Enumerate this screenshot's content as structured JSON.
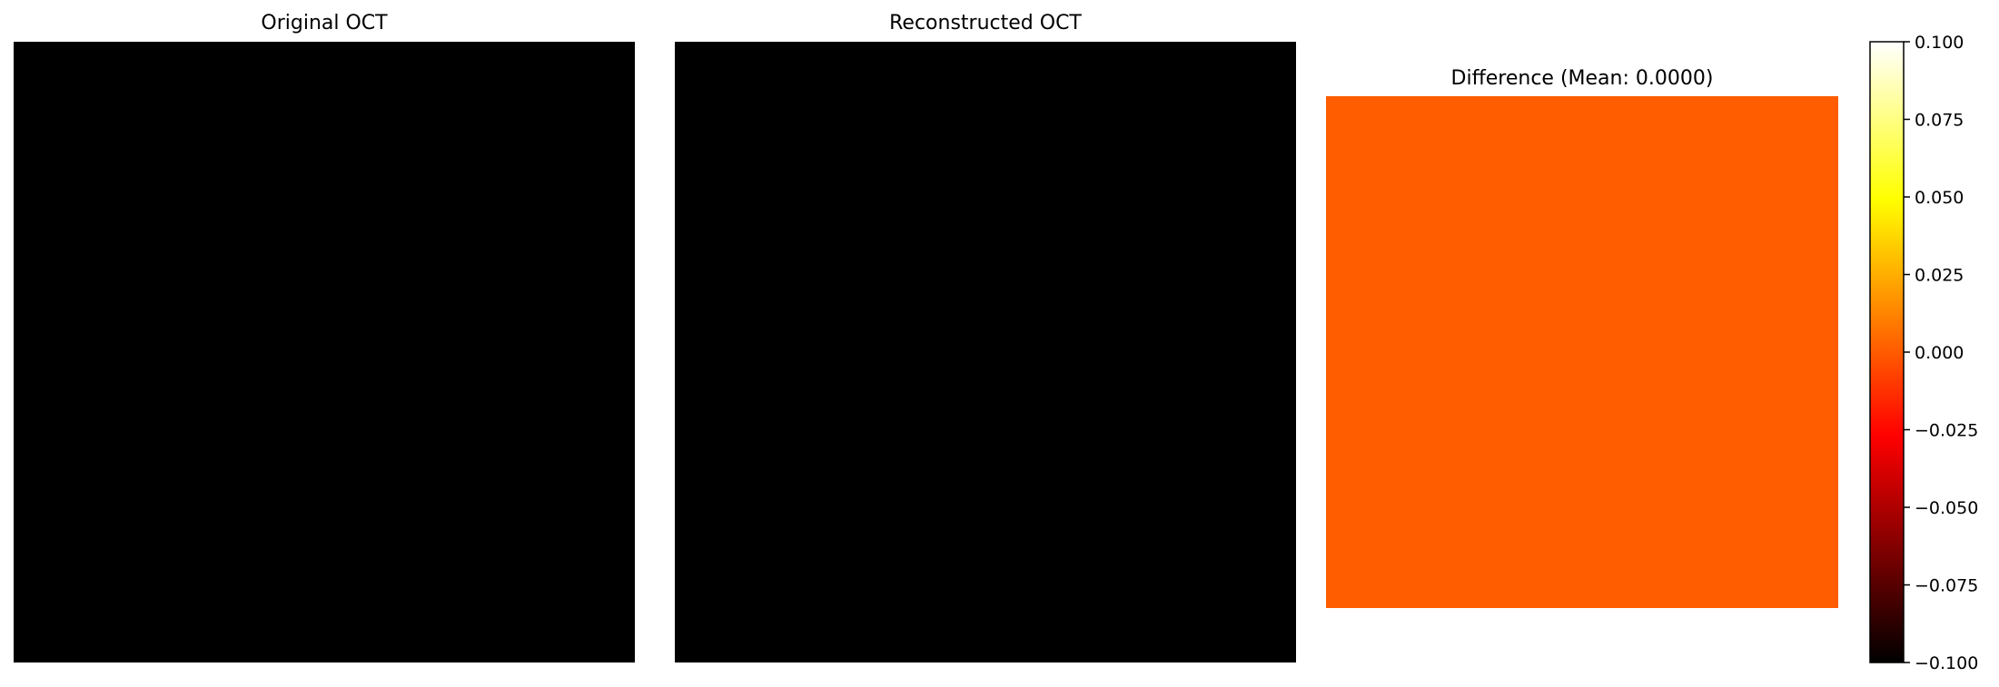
{
  "chart_data": [
    {
      "type": "heatmap",
      "title": "Original OCT",
      "colormap": "gray",
      "fill_color": "#000000",
      "axes_visible": false
    },
    {
      "type": "heatmap",
      "title": "Reconstructed OCT",
      "colormap": "gray",
      "fill_color": "#000000",
      "axes_visible": false
    },
    {
      "type": "heatmap",
      "title": "Difference (Mean: 0.0000)",
      "colormap": "hot",
      "fill_color": "#ff5d00",
      "mean_value": 0.0,
      "axes_visible": false,
      "colorbar": {
        "range": [
          -0.1,
          0.1
        ],
        "ticks": [
          -0.1,
          -0.075,
          -0.05,
          -0.025,
          0.0,
          0.025,
          0.05,
          0.075,
          0.1
        ],
        "tick_labels": [
          "−0.100",
          "−0.075",
          "−0.050",
          "−0.025",
          "0.000",
          "0.025",
          "0.050",
          "0.075",
          "0.100"
        ],
        "colors": {
          "low": "#000000",
          "mid_low": "#ff0000",
          "mid_high": "#ffff00",
          "high": "#ffffff"
        }
      }
    }
  ]
}
